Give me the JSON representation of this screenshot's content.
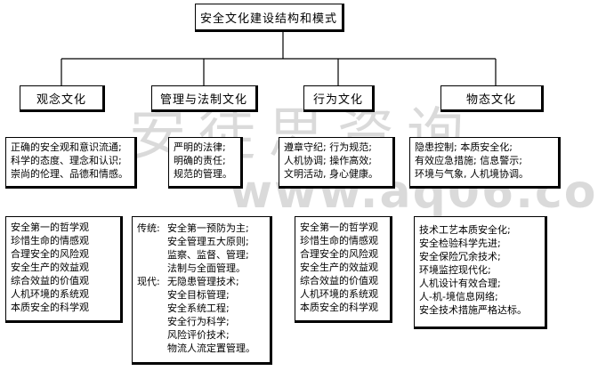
{
  "title": "安全文化建设结构和模式",
  "watermark": {
    "chinese": "安徒思资询",
    "latin": "www.aq06.co"
  },
  "columns": [
    {
      "heading": "观念文化",
      "mid_lines": [
        "正确的安全观和意识流通;",
        "科学的态度、理念和认识;",
        "崇尚的伦理、品德和情感。"
      ],
      "bottom_lines": [
        "安全第一的哲学观",
        "珍惜生命的情感观",
        "合理安全的风险观",
        "安全生产的效益观",
        "综合效益的价值观",
        "人机环境的系统观",
        "本质安全的科学观"
      ]
    },
    {
      "heading": "管理与法制文化",
      "mid_lines": [
        "严明的法律;",
        "明确的责任;",
        "规范的管理。"
      ],
      "bottom_groups": [
        {
          "tag": "传统:",
          "lines": [
            "安全第一预防为主;",
            "安全管理五大原则;",
            "监察、监督、管理;",
            "法制与全面管理。"
          ]
        },
        {
          "tag": "现代:",
          "lines": [
            "无隐患管理技术;",
            "安全目标管理;",
            "安全系统工程;",
            "安全行为科学;",
            "风险评价技术;",
            "物流人流定置管理。"
          ]
        }
      ]
    },
    {
      "heading": "行为文化",
      "mid_lines": [
        "遵章守纪; 行为规范;",
        "人机协调; 操作高效;",
        "文明活动, 身心健康。"
      ],
      "bottom_lines": [
        "安全第一的哲学观",
        "珍惜生命的情感观",
        "合理安全的风险观",
        "安全生产的效益观",
        "综合效益的价值观",
        "人机环境的系统观",
        "本质安全的科学观"
      ]
    },
    {
      "heading": "物态文化",
      "mid_lines": [
        "隐患控制; 本质安全化;",
        "有效应急措施; 信息警示;",
        "环境与气象, 人机境协调。"
      ],
      "bottom_lines": [
        "技术工艺本质安全化;",
        "安全检验科学先进;",
        "安全保险冗余技术;",
        "环境监控现代化;",
        "人机设计有效合理;",
        "人-机-境信息网络;",
        "安全技术措施严格达标。"
      ]
    }
  ]
}
